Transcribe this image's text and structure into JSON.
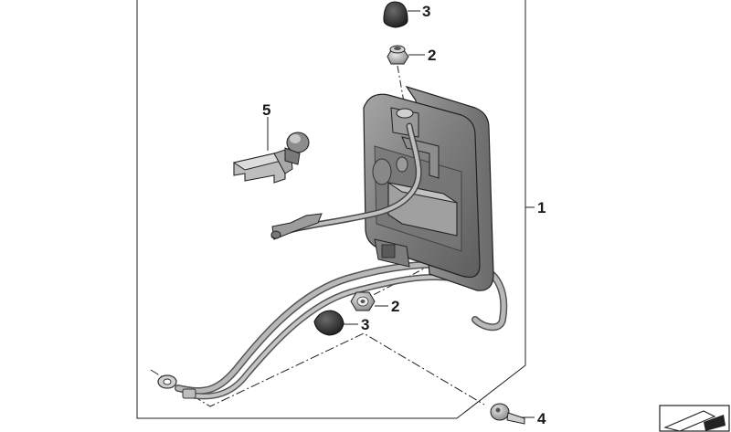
{
  "callouts": {
    "c1": "1",
    "c2_top": "2",
    "c2_bottom": "2",
    "c3_top": "3",
    "c3_bottom": "3",
    "c4": "4",
    "c5": "5"
  },
  "colors": {
    "outline": "#222222",
    "housing_dark": "#6e6e6e",
    "housing_mid": "#8e8e8e",
    "housing_light": "#b4b4b4",
    "cap_dark": "#2e2e2e",
    "cable": "#9a9a9a",
    "background": "#ffffff"
  },
  "icons": {
    "corner_symbol": "parts-diagram-corner-icon"
  }
}
